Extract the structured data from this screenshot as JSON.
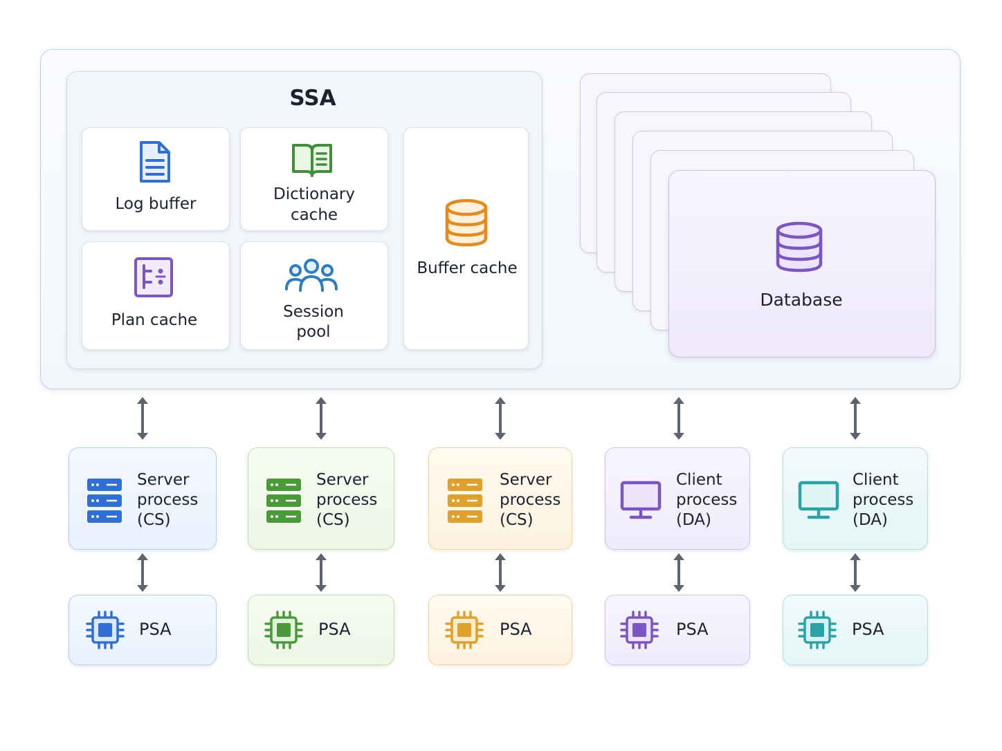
{
  "ssa": {
    "title": "SSA",
    "log_buffer": "Log buffer",
    "dictionary_cache_1": "Dictionary",
    "dictionary_cache_2": "cache",
    "plan_cache": "Plan cache",
    "session_pool_1": "Session",
    "session_pool_2": "pool",
    "buffer_cache": "Buffer cache"
  },
  "database": {
    "label": "Database"
  },
  "processes": [
    {
      "line1": "Server",
      "line2": "process",
      "line3": "(CS)",
      "icon": "server-icon",
      "color": "#2f6fd6"
    },
    {
      "line1": "Server",
      "line2": "process",
      "line3": "(CS)",
      "icon": "server-icon",
      "color": "#4b9a3a"
    },
    {
      "line1": "Server",
      "line2": "process",
      "line3": "(CS)",
      "icon": "server-icon",
      "color": "#e0a02a"
    },
    {
      "line1": "Client",
      "line2": "process",
      "line3": "(DA)",
      "icon": "monitor-icon",
      "color": "#7b55c4"
    },
    {
      "line1": "Client",
      "line2": "process",
      "line3": "(DA)",
      "icon": "monitor-icon",
      "color": "#2aa3a8"
    }
  ],
  "psa": [
    {
      "label": "PSA",
      "icon": "chip-icon",
      "color": "#2f6fd6"
    },
    {
      "label": "PSA",
      "icon": "chip-icon",
      "color": "#4b9a3a"
    },
    {
      "label": "PSA",
      "icon": "chip-icon",
      "color": "#e0a02a"
    },
    {
      "label": "PSA",
      "icon": "chip-icon",
      "color": "#7b55c4"
    },
    {
      "label": "PSA",
      "icon": "chip-icon",
      "color": "#2aa3a8"
    }
  ]
}
